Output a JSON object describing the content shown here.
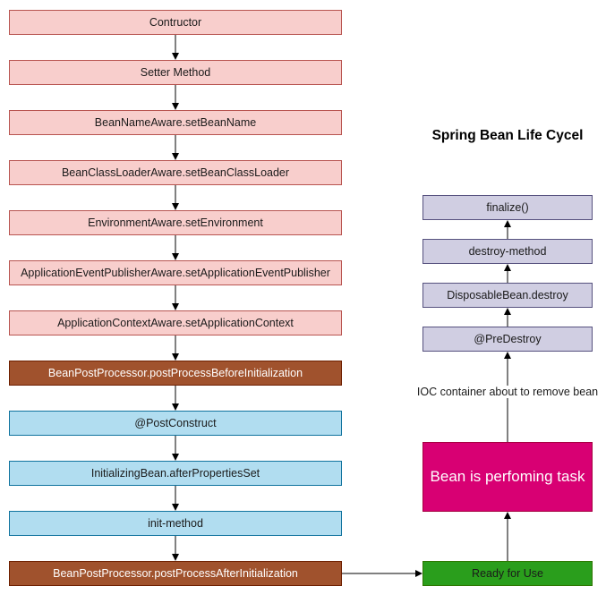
{
  "title": "Spring Bean Life Cycel",
  "left_steps": [
    "Contructor",
    "Setter Method",
    "BeanNameAware.setBeanName",
    "BeanClassLoaderAware.setBeanClassLoader",
    "EnvironmentAware.setEnvironment",
    "ApplicationEventPublisherAware.setApplicationEventPublisher",
    "ApplicationContextAware.setApplicationContext",
    "BeanPostProcessor.postProcessBeforeInitialization",
    "@PostConstruct",
    "InitializingBean.afterPropertiesSet",
    "init-method",
    "BeanPostProcessor.postProcessAfterInitialization"
  ],
  "ready": "Ready for Use",
  "task": "Bean is perfoming task",
  "remove_label": "IOC container about to remove bean",
  "right_steps": [
    "@PreDestroy",
    "DisposableBean.destroy",
    "destroy-method",
    "finalize()"
  ]
}
